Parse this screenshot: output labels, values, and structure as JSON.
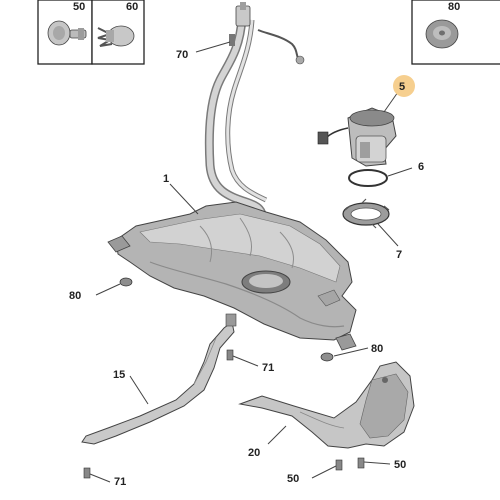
{
  "diagram": {
    "colors": {
      "tank_metal": "#b8b8b8",
      "tank_dark": "#8e8e8e",
      "tank_light": "#d9d9d9",
      "highlight_bubble": "#f6cf8f",
      "line": "#222222"
    },
    "legend_boxes": [
      {
        "label": "50",
        "icon": "push-clip-icon"
      },
      {
        "label": "60",
        "icon": "fir-tree-clip-icon"
      },
      {
        "label": "80",
        "icon": "bung-plug-icon"
      }
    ],
    "callouts": {
      "c5": "5",
      "c6": "6",
      "c7": "7",
      "c1": "1",
      "c70": "70",
      "c80_left": "80",
      "c80_right": "80",
      "c71_mid": "71",
      "c71_bottom": "71",
      "c15": "15",
      "c20": "20",
      "c50_left": "50",
      "c50_right": "50"
    },
    "highlighted_part": "5"
  }
}
